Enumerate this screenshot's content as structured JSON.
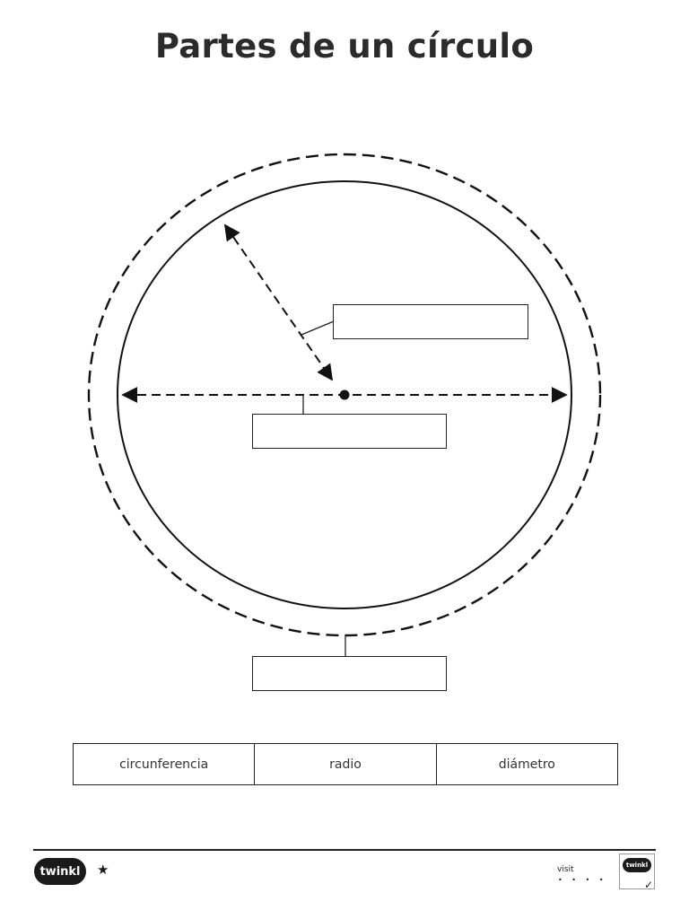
{
  "title": "Partes de un círculo",
  "word_bank": [
    "circunferencia",
    "radio",
    "diámetro"
  ],
  "footer": {
    "visit_text": "visit",
    "visit_dots": "• • • •",
    "logo_icon": "twinkl-logo-icon",
    "star_icon": "star-icon",
    "star_glyph": "★",
    "badge_icon": "twinkl-badge-icon",
    "check_glyph": "✓"
  },
  "colors": {
    "ink": "#222222",
    "background": "#ffffff"
  }
}
